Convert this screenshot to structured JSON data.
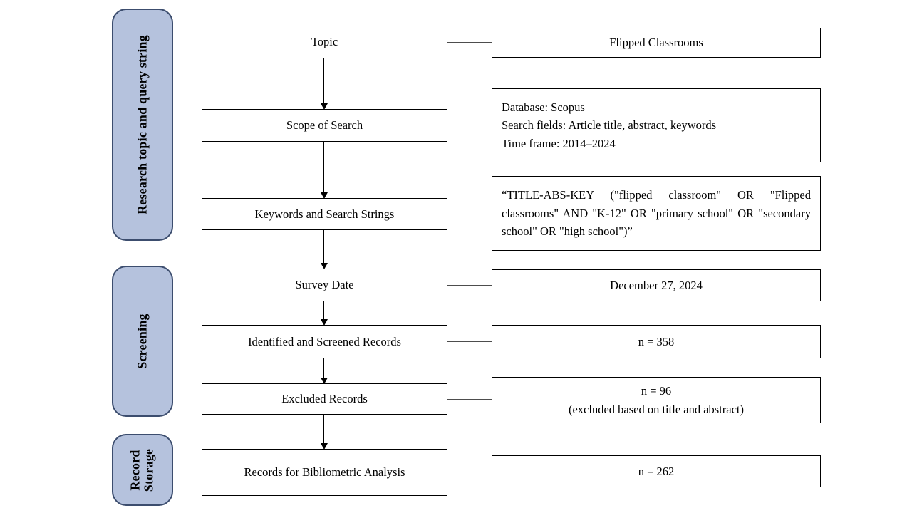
{
  "colors": {
    "sidebar_fill": "#b5c2dd",
    "sidebar_border": "#3c4d6e",
    "box_border": "#000000",
    "connector": "#4d4d4d",
    "text": "#000000",
    "background": "#ffffff"
  },
  "sidebar": {
    "groups": [
      {
        "label": "Research topic and query string"
      },
      {
        "label": "Screening"
      },
      {
        "label": "Record\nStorage"
      }
    ]
  },
  "steps": [
    {
      "label": "Topic",
      "detail": "Flipped Classrooms"
    },
    {
      "label": "Scope of Search",
      "detail": "Database: Scopus\nSearch fields: Article title, abstract, keywords\nTime frame: 2014–2024"
    },
    {
      "label": "Keywords and Search Strings",
      "detail": "“TITLE-ABS-KEY (\"flipped classroom\" OR \"Flipped classrooms\" AND \"K-12\" OR \"primary school\" OR \"secondary school\" OR \"high school\")”"
    },
    {
      "label": "Survey Date",
      "detail": "December 27, 2024"
    },
    {
      "label": "Identified and Screened Records",
      "detail": "n = 358"
    },
    {
      "label": "Excluded Records",
      "detail": "n = 96\n(excluded based on title and abstract)"
    },
    {
      "label": "Records for Bibliometric Analysis",
      "detail": "n = 262"
    }
  ]
}
